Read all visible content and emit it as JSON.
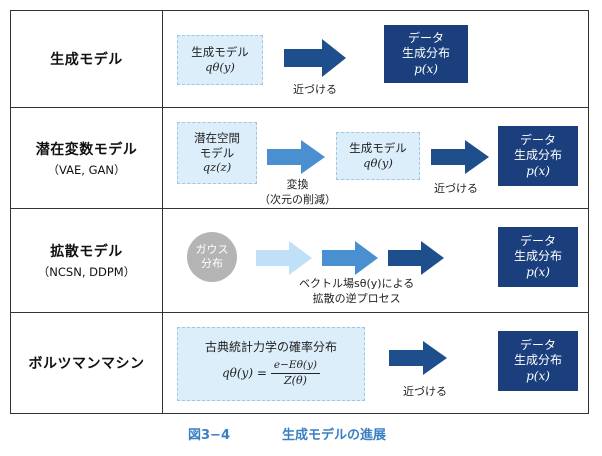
{
  "rows": [
    {
      "label": "生成モデル",
      "sub": "",
      "model_box": [
        "生成モデル",
        "qθ(y)"
      ],
      "arrow_label": "近づける",
      "data_box": [
        "データ",
        "生成分布",
        "p(x)"
      ]
    },
    {
      "label": "潜在変数モデル",
      "sub": "（VAE, GAN）",
      "latent_box": [
        "潜在空間",
        "モデル",
        "qz(z)"
      ],
      "transform_label": [
        "変換",
        "（次元の削減）"
      ],
      "model_box": [
        "生成モデル",
        "qθ(y)"
      ],
      "arrow_label": "近づける",
      "data_box": [
        "データ",
        "生成分布",
        "p(x)"
      ]
    },
    {
      "label": "拡散モデル",
      "sub": "（NCSN, DDPM）",
      "circle": [
        "ガウス",
        "分布"
      ],
      "reverse_label": [
        "ベクトル場sθ(y)による",
        "拡散の逆プロセス"
      ],
      "data_box": [
        "データ",
        "生成分布",
        "p(x)"
      ]
    },
    {
      "label": "ボルツマンマシン",
      "sub": "",
      "formula_title": "古典統計力学の確率分布",
      "formula_lhs": "qθ(y) =",
      "formula_num": "e−Eθ(y)",
      "formula_den": "Z(θ)",
      "arrow_label": "近づける",
      "data_box": [
        "データ",
        "生成分布",
        "p(x)"
      ]
    }
  ],
  "caption": {
    "fig_no": "図3−4",
    "title": "生成モデルの進展"
  },
  "colors": {
    "dark_box": "#1a3f7c",
    "light_box": "#dbeefa",
    "arrow_dark": "#1f4e8c",
    "arrow_mid": "#4a90d0",
    "arrow_light": "#bfe0f7",
    "circle": "#b4b4b4",
    "caption": "#3a7fc4"
  }
}
